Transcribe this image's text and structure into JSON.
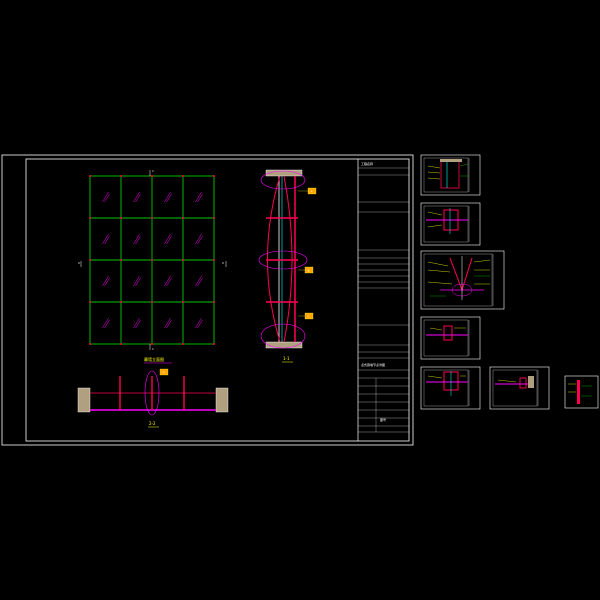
{
  "colors": {
    "background": "#000000",
    "frame": "#ffffff",
    "grid": "#00c800",
    "structure": "#ff0055",
    "member": "#ff00ff",
    "annotation": "#ffff00",
    "glass": "#00ffff",
    "tag": "#ffa500",
    "hatch": "#b0a080"
  },
  "main_sheet": {
    "elevation_title": "幕墙立面图",
    "section_mark_top": "1",
    "section_mark_bottom": "1",
    "section_mark_left": "2",
    "section_mark_right": "2",
    "vertical_section_label": "1-1",
    "horizontal_section_label": "2-2",
    "tag_labels": [
      "A",
      "B",
      "C",
      "D"
    ],
    "grid_cols": 4,
    "grid_rows": 4
  },
  "title_block": {
    "project_title": "工程名称",
    "drawing_name": "点式幕墙节点详图",
    "stamp": "图号"
  },
  "detail_sheets": [
    {
      "id": "detail-1"
    },
    {
      "id": "detail-2"
    },
    {
      "id": "detail-3"
    },
    {
      "id": "detail-4"
    },
    {
      "id": "detail-5"
    },
    {
      "id": "detail-6"
    },
    {
      "id": "detail-7"
    }
  ]
}
